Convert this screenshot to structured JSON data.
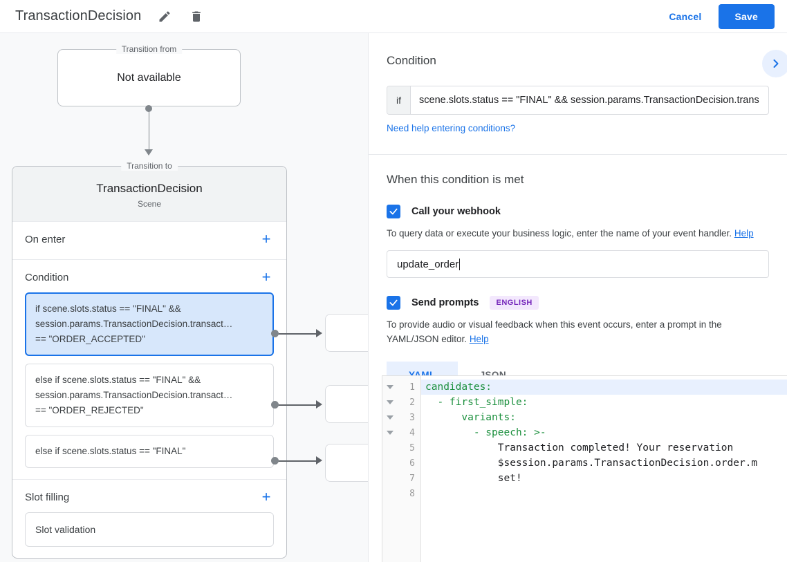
{
  "topbar": {
    "title": "TransactionDecision",
    "edit_icon": "pencil-icon",
    "delete_icon": "trash-icon",
    "cancel_label": "Cancel",
    "save_label": "Save",
    "accent_color": "#1a73e8"
  },
  "canvas": {
    "transition_from": {
      "legend": "Transition from",
      "title": "Not available"
    },
    "scene": {
      "legend": "Transition to",
      "name": "TransactionDecision",
      "subtitle": "Scene"
    },
    "sections": [
      {
        "title": "On enter",
        "add_label": "+"
      },
      {
        "title": "Condition",
        "add_label": "+"
      },
      {
        "title": "Slot filling",
        "add_label": "+"
      }
    ],
    "conditions": [
      {
        "selected": true,
        "lines": [
          "if scene.slots.status == \"FINAL\" &&",
          "session.params.TransactionDecision.transact…",
          "== \"ORDER_ACCEPTED\""
        ]
      },
      {
        "selected": false,
        "lines": [
          "else if scene.slots.status == \"FINAL\" &&",
          "session.params.TransactionDecision.transact…",
          "== \"ORDER_REJECTED\""
        ]
      },
      {
        "selected": false,
        "lines": [
          "else if scene.slots.status == \"FINAL\""
        ]
      }
    ],
    "slot_filling": [
      {
        "label": "Slot validation"
      }
    ]
  },
  "right_panel": {
    "condition_heading": "Condition",
    "collapse_icon": "chevron-right-icon",
    "if_label": "if",
    "condition_value": "scene.slots.status == \"FINAL\" && session.params.TransactionDecision.trans",
    "need_help_link": "Need help entering conditions?",
    "when_met_heading": "When this condition is met",
    "webhook": {
      "label": "Call your webhook",
      "checked": true,
      "helper": "To query data or execute your business logic, enter the name of your event handler.",
      "help_label": "Help",
      "value": "update_order"
    },
    "prompts": {
      "label": "Send prompts",
      "checked": true,
      "badge": "ENGLISH",
      "badge_bg": "#f3e8fd",
      "badge_color": "#7627bb",
      "helper": "To provide audio or visual feedback when this event occurs, enter a prompt in the YAML/JSON editor.",
      "help_label": "Help",
      "tabs": [
        {
          "label": "YAML",
          "active": true
        },
        {
          "label": "JSON",
          "active": false
        }
      ]
    },
    "editor": {
      "lines": [
        {
          "n": "1",
          "fold": true,
          "highlight": true,
          "text": "candidates:"
        },
        {
          "n": "2",
          "fold": true,
          "highlight": false,
          "text": "  - first_simple:"
        },
        {
          "n": "3",
          "fold": true,
          "highlight": false,
          "text": "      variants:"
        },
        {
          "n": "4",
          "fold": true,
          "highlight": false,
          "text": "        - speech: >-"
        },
        {
          "n": "5",
          "fold": false,
          "highlight": false,
          "text": "            Transaction completed! Your reservation"
        },
        {
          "n": "6",
          "fold": false,
          "highlight": false,
          "text": "            $session.params.TransactionDecision.order.m"
        },
        {
          "n": "7",
          "fold": false,
          "highlight": false,
          "text": "            set!"
        },
        {
          "n": "8",
          "fold": false,
          "highlight": false,
          "text": ""
        }
      ]
    }
  }
}
